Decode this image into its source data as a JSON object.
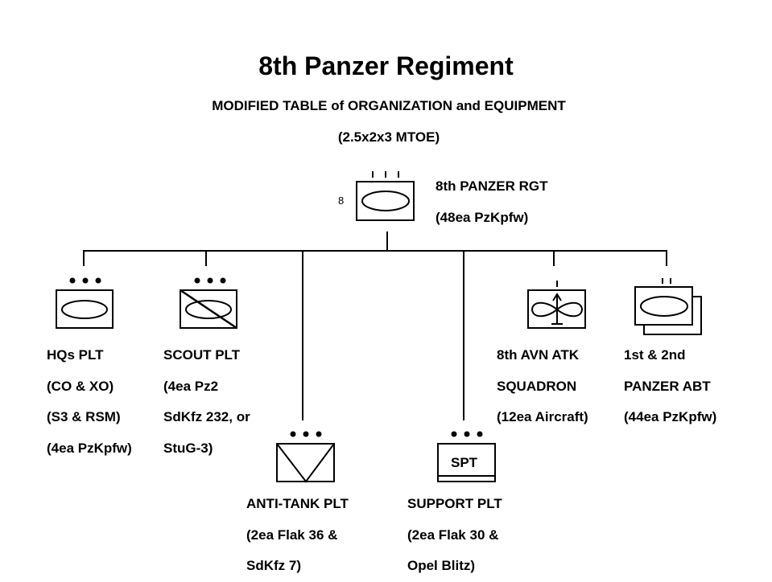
{
  "header": {
    "title": "8th Panzer Regiment",
    "subtitle": "MODIFIED TABLE of ORGANIZATION and EQUIPMENT",
    "subtitle2": "(2.5x2x3 MTOE)"
  },
  "colors": {
    "ink": "#000000",
    "background": "#ffffff"
  },
  "regiment": {
    "designation": "8",
    "echelon": "III",
    "symbol": "armor-icon",
    "lines": [
      "8th PANZER RGT",
      "(48ea PzKpfw)"
    ]
  },
  "units": [
    {
      "id": "hqs-plt",
      "echelon": "•••",
      "symbol": "armor-icon",
      "lines": [
        "HQs PLT",
        "(CO & XO)",
        "(S3 & RSM)",
        "(4ea PzKpfw)"
      ]
    },
    {
      "id": "scout-plt",
      "echelon": "•••",
      "symbol": "armored-cavalry-icon",
      "lines": [
        "SCOUT PLT",
        "(4ea Pz2",
        "SdKfz 232, or",
        "StuG-3)"
      ]
    },
    {
      "id": "anti-tank-plt",
      "echelon": "•••",
      "symbol": "anti-tank-icon",
      "lines": [
        "ANTI-TANK PLT",
        "(2ea Flak 36 &",
        "SdKfz 7)"
      ]
    },
    {
      "id": "support-plt",
      "echelon": "•••",
      "symbol": "support-icon",
      "symbol_text": "SPT",
      "lines": [
        "SUPPORT PLT",
        "(2ea Flak 30 &",
        "Opel Blitz)"
      ]
    },
    {
      "id": "avn-atk-sqdn",
      "echelon": "I",
      "symbol": "aviation-attack-icon",
      "lines": [
        "8th AVN ATK",
        "SQUADRON",
        "(12ea Aircraft)"
      ]
    },
    {
      "id": "panzer-abt",
      "echelon": "II",
      "symbol": "armor-battalion-stack-icon",
      "lines": [
        "1st & 2nd",
        "PANZER ABT",
        "(44ea PzKpfw)"
      ]
    }
  ]
}
